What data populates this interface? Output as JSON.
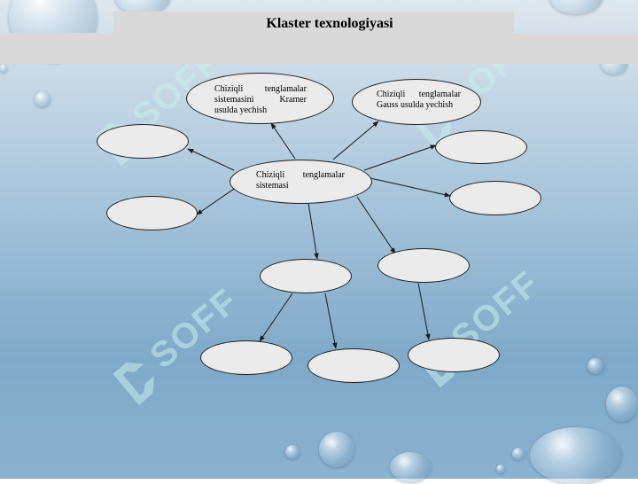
{
  "slide": {
    "title": "Klaster texnologiyasi",
    "watermark_text": "SOFF"
  },
  "nodes": {
    "center": "Chiziqli tenglamalar sistemasi",
    "kramer": "Chiziqli tenglamalar sistemasini Kramer usulda yechish",
    "gauss": "Chiziqli tenglamalar Gauss usulda yechish"
  },
  "colors": {
    "band": "#d9d9d9",
    "node_fill": "#ebebeb",
    "node_border": "#1f1f1f",
    "arrow": "#1a1a1a",
    "watermark": "#c8f0ec"
  }
}
